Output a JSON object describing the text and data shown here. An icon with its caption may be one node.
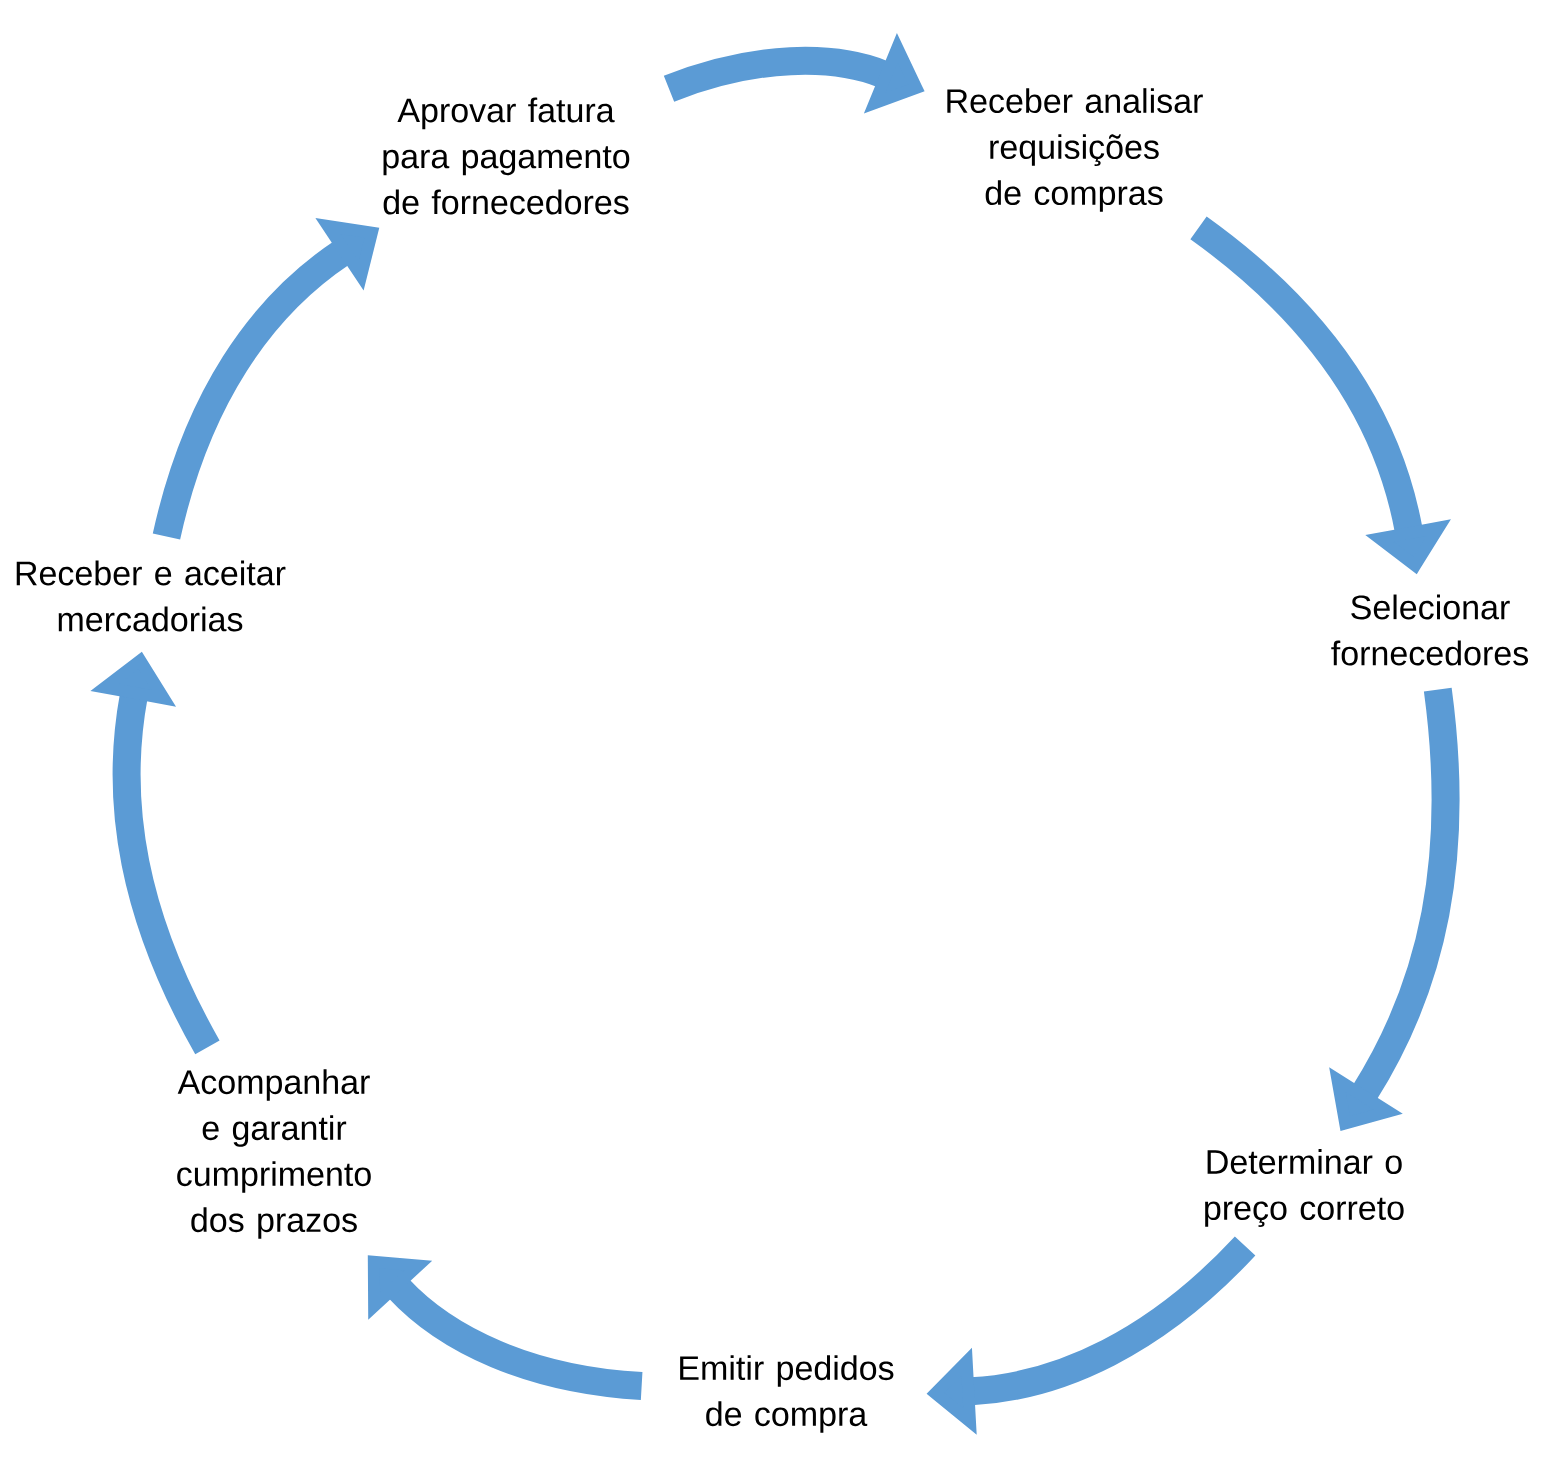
{
  "diagram": {
    "nodes": [
      {
        "text": [
          "Aprovar fatura para pagamento de fornecedores"
        ]
      },
      {
        "text": [
          "Receber analisar requisições de compras"
        ]
      },
      {
        "text": [
          "Selecionar fornecedores"
        ]
      },
      {
        "text": [
          "Determinar o preço correto"
        ]
      },
      {
        "text": [
          "Emitir pedidos de compra"
        ]
      },
      {
        "text": [
          "Acompanhar e garantir cumprimento dos prazos"
        ]
      },
      {
        "text": [
          "Receber e aceitar mercadorias"
        ]
      }
    ],
    "edges": [
      {
        "from": 0,
        "to": 1,
        "arrow": "to"
      },
      {
        "from": 1,
        "to": 2,
        "arrow": "to"
      },
      {
        "from": 2,
        "to": 3,
        "arrow": "to"
      },
      {
        "from": 3,
        "to": 4,
        "arrow": "to"
      },
      {
        "from": 4,
        "to": 5,
        "arrow": "to"
      },
      {
        "from": 5,
        "to": 6,
        "arrow": "to"
      },
      {
        "from": 6,
        "to": 0,
        "arrow": "to"
      }
    ]
  }
}
